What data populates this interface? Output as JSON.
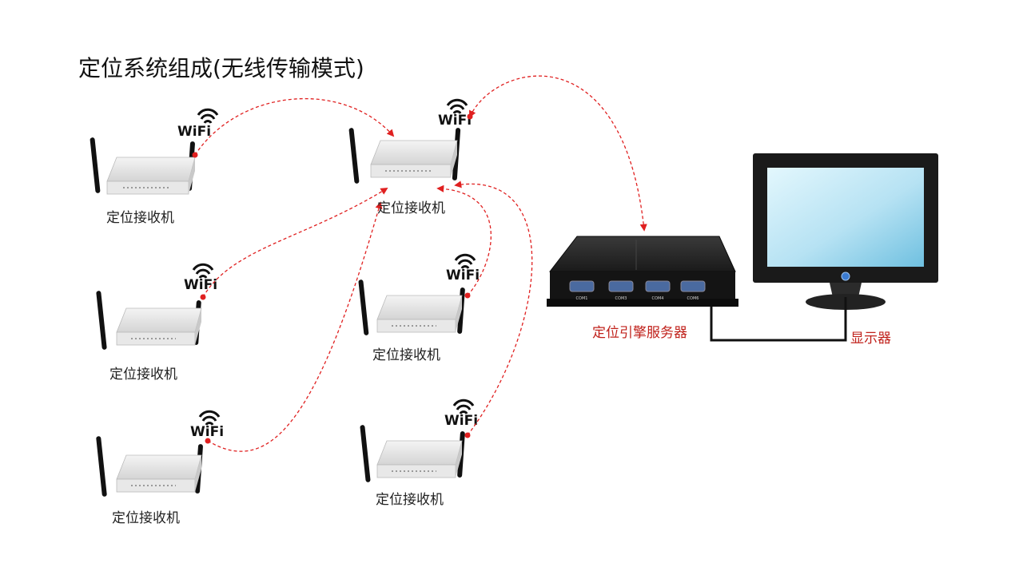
{
  "title": "定位系统组成(无线传输模式)",
  "receivers": [
    {
      "label": "定位接收机",
      "wifi": "WiFi"
    },
    {
      "label": "定位接收机",
      "wifi": "WiFi"
    },
    {
      "label": "定位接收机",
      "wifi": "WiFi"
    },
    {
      "label": "定位接收机",
      "wifi": "WiFi"
    },
    {
      "label": "定位接收机",
      "wifi": "WiFi"
    },
    {
      "label": "定位接收机",
      "wifi": "WiFi"
    }
  ],
  "server": {
    "label": "定位引擎服务器",
    "ports": [
      "COM1",
      "COM3",
      "COM4",
      "COM6"
    ]
  },
  "monitor": {
    "label": "显示器"
  },
  "colors": {
    "link": "#e02020",
    "server_label": "#c0211b",
    "screen_top": "#daf3fb",
    "screen_bottom": "#7cc7e4"
  }
}
